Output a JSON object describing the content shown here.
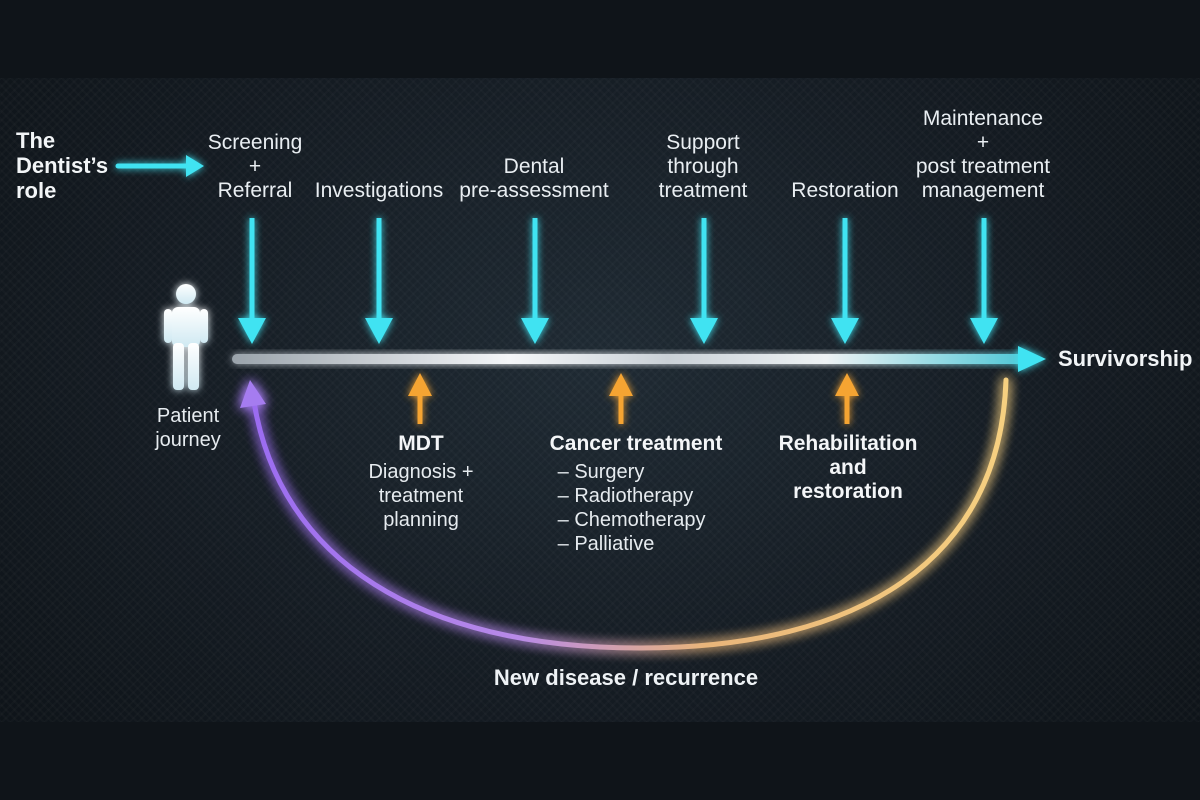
{
  "role": {
    "line1": "The",
    "line2": "Dentist’s",
    "line3": "role"
  },
  "steps": [
    {
      "lines": [
        "Screening",
        "+",
        "Referral"
      ]
    },
    {
      "lines": [
        "Investigations"
      ]
    },
    {
      "lines": [
        "Dental",
        "pre-assessment"
      ]
    },
    {
      "lines": [
        "Support",
        "through",
        "treatment"
      ]
    },
    {
      "lines": [
        "Restoration"
      ]
    },
    {
      "lines": [
        "Maintenance",
        "+",
        "post treatment",
        "management"
      ]
    }
  ],
  "patient": {
    "line1": "Patient",
    "line2": "journey"
  },
  "end_label": "Survivorship",
  "inputs": {
    "mdt": {
      "title": "MDT",
      "lines": [
        "Diagnosis +",
        "treatment",
        "planning"
      ]
    },
    "cancer": {
      "title": "Cancer treatment",
      "items": [
        "– Surgery",
        "– Radiotherapy",
        "– Chemotherapy",
        "– Palliative"
      ]
    },
    "rehab": {
      "title_lines": [
        "Rehabilitation",
        "and",
        "restoration"
      ]
    }
  },
  "loop_label": "New disease / recurrence",
  "colors": {
    "cyan": "#3fe3f2",
    "orange": "#f5a431",
    "purple": "#a57cf0",
    "gold": "#f3c46a",
    "timeline": "#d8dde2"
  },
  "icons": [
    "person-icon"
  ]
}
